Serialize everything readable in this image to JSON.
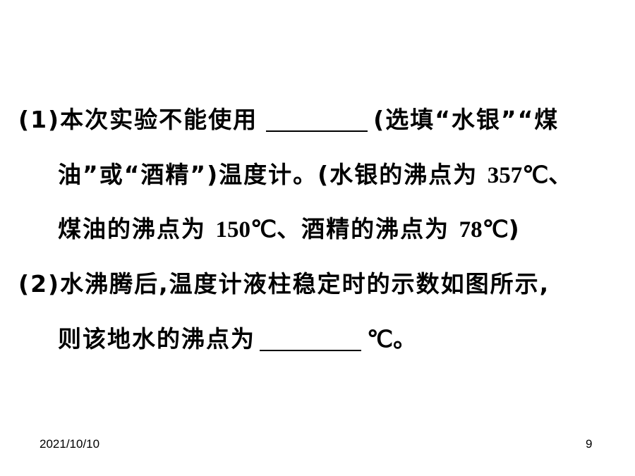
{
  "question": {
    "part1": {
      "label": "(1)",
      "line1_before_blank": "本次实验不能使用",
      "line1_after_blank": "(选填“水银”“煤",
      "line2_text": "油”或“酒精”)温度计。(水银的沸点为",
      "line2_value": "357℃",
      "line2_tail": "、",
      "line3_text_a": "煤油的沸点为",
      "line3_value_a": "150℃",
      "line3_text_b": "、酒精的沸点为",
      "line3_value_b": "78℃",
      "line3_tail": ")"
    },
    "part2": {
      "label": "(2)",
      "line1_text": "水沸腾后,温度计液柱稳定时的示数如图所示,",
      "line2_before_blank": "则该地水的沸点为",
      "line2_unit": "℃",
      "line2_tail": "。"
    }
  },
  "footer": {
    "date": "2021/10/10",
    "page_number": "9"
  }
}
